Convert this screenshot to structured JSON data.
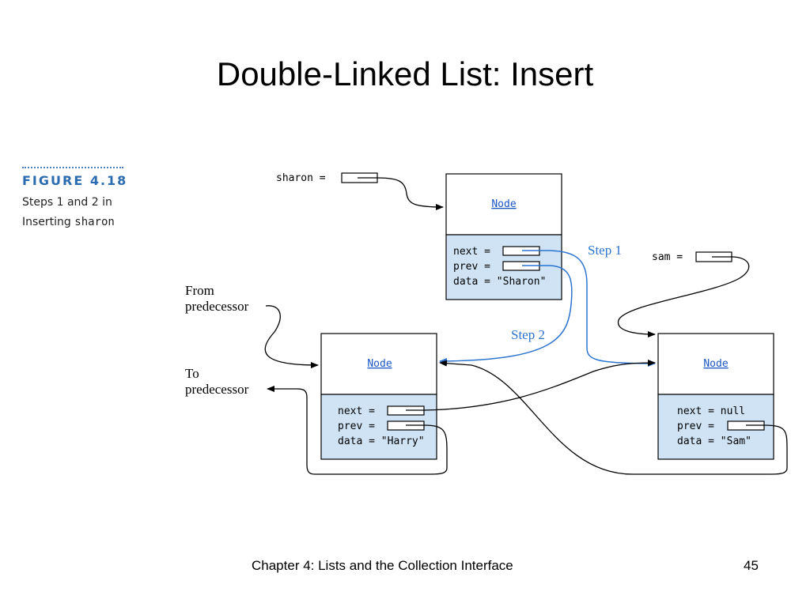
{
  "slide": {
    "title": "Double-Linked List: Insert",
    "footer": "Chapter 4: Lists and the Collection Interface",
    "page_number": "45"
  },
  "figure": {
    "number": "FIGURE 4.18",
    "caption_line1": "Steps 1 and 2 in",
    "caption_line2_prefix": "Inserting ",
    "caption_line2_code": "sharon"
  },
  "diagram": {
    "sharon_var": "sharon =",
    "sam_var": "sam =",
    "from_label_1": "From",
    "from_label_2": "predecessor",
    "to_label_1": "To",
    "to_label_2": "predecessor",
    "step1": "Step 1",
    "step2": "Step 2",
    "nodes": {
      "sharon": {
        "header": "Node",
        "next": "next =",
        "prev": "prev =",
        "data": "data = \"Sharon\""
      },
      "harry": {
        "header": "Node",
        "next": "next =",
        "prev": "prev =",
        "data": "data = \"Harry\""
      },
      "sam": {
        "header": "Node",
        "next": "next = null",
        "prev": "prev =",
        "data": "data = \"Sam\""
      }
    },
    "colors": {
      "node_fill": "#cfe3f5",
      "step_arrow": "#2b74d0"
    }
  }
}
